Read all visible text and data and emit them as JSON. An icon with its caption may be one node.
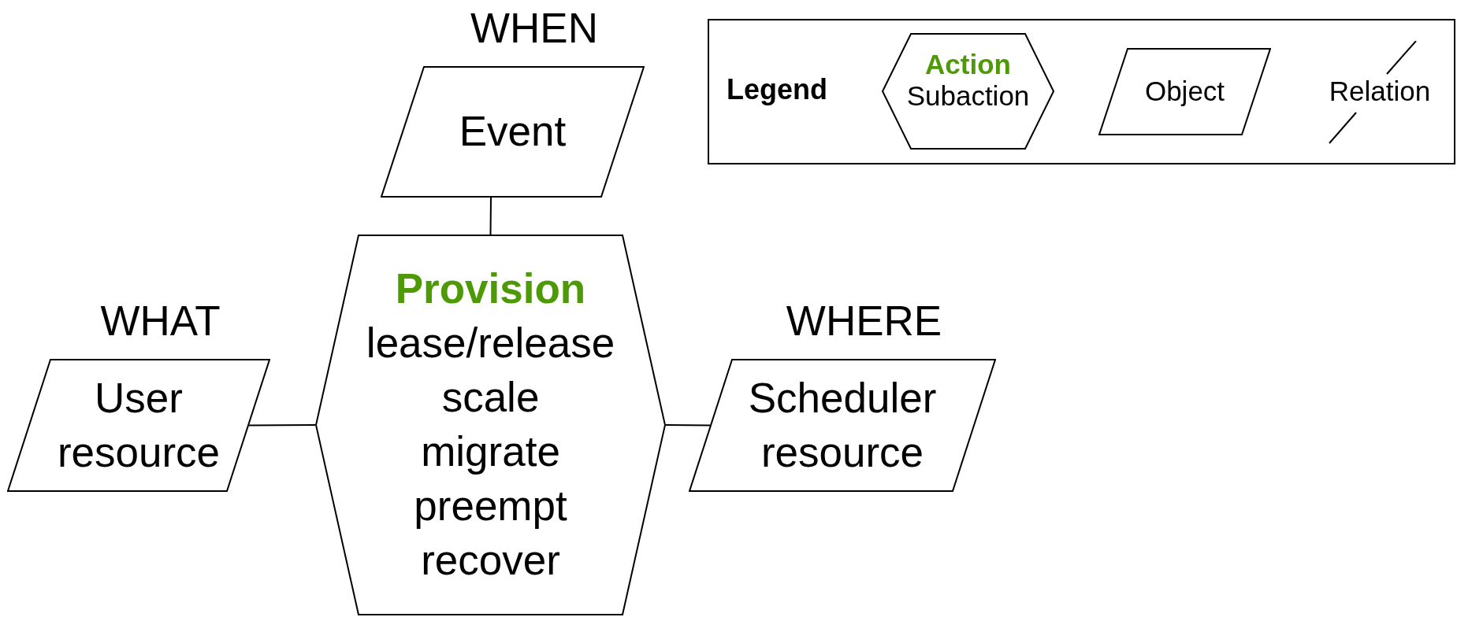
{
  "diagram": {
    "nodes": [
      {
        "text": [
          "WHEN",
          "Event"
        ]
      },
      {
        "text": [
          "WHAT",
          "User resource"
        ]
      },
      {
        "text": [
          "Provision",
          "lease/release",
          "scale",
          "migrate",
          "preempt",
          "recover"
        ]
      },
      {
        "text": [
          "WHERE",
          "Scheduler resource"
        ]
      }
    ],
    "edges": [
      {
        "from": 0,
        "to": 2,
        "arrow": "none"
      },
      {
        "from": 1,
        "to": 2,
        "arrow": "none"
      },
      {
        "from": 2,
        "to": 3,
        "arrow": "none"
      }
    ],
    "labels": [
      "Legend"
    ],
    "legend": [
      {
        "text": "Action"
      },
      {
        "text": "Subaction"
      },
      {
        "text": "Object"
      },
      {
        "text": "Relation"
      }
    ]
  }
}
